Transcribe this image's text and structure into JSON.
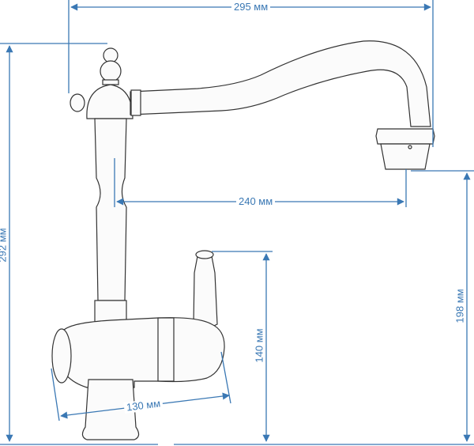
{
  "diagram": {
    "subject": "kitchen faucet",
    "colors": {
      "dimension": "#3a78b4",
      "sketch": "#333333",
      "background": "#ffffff"
    },
    "dimensions": {
      "total_width": "295 мм",
      "spout_reach": "240 мм",
      "total_height": "292 мм",
      "spout_height": "198 мм",
      "handle_height": "140 мм",
      "body_length": "130 мм"
    }
  }
}
